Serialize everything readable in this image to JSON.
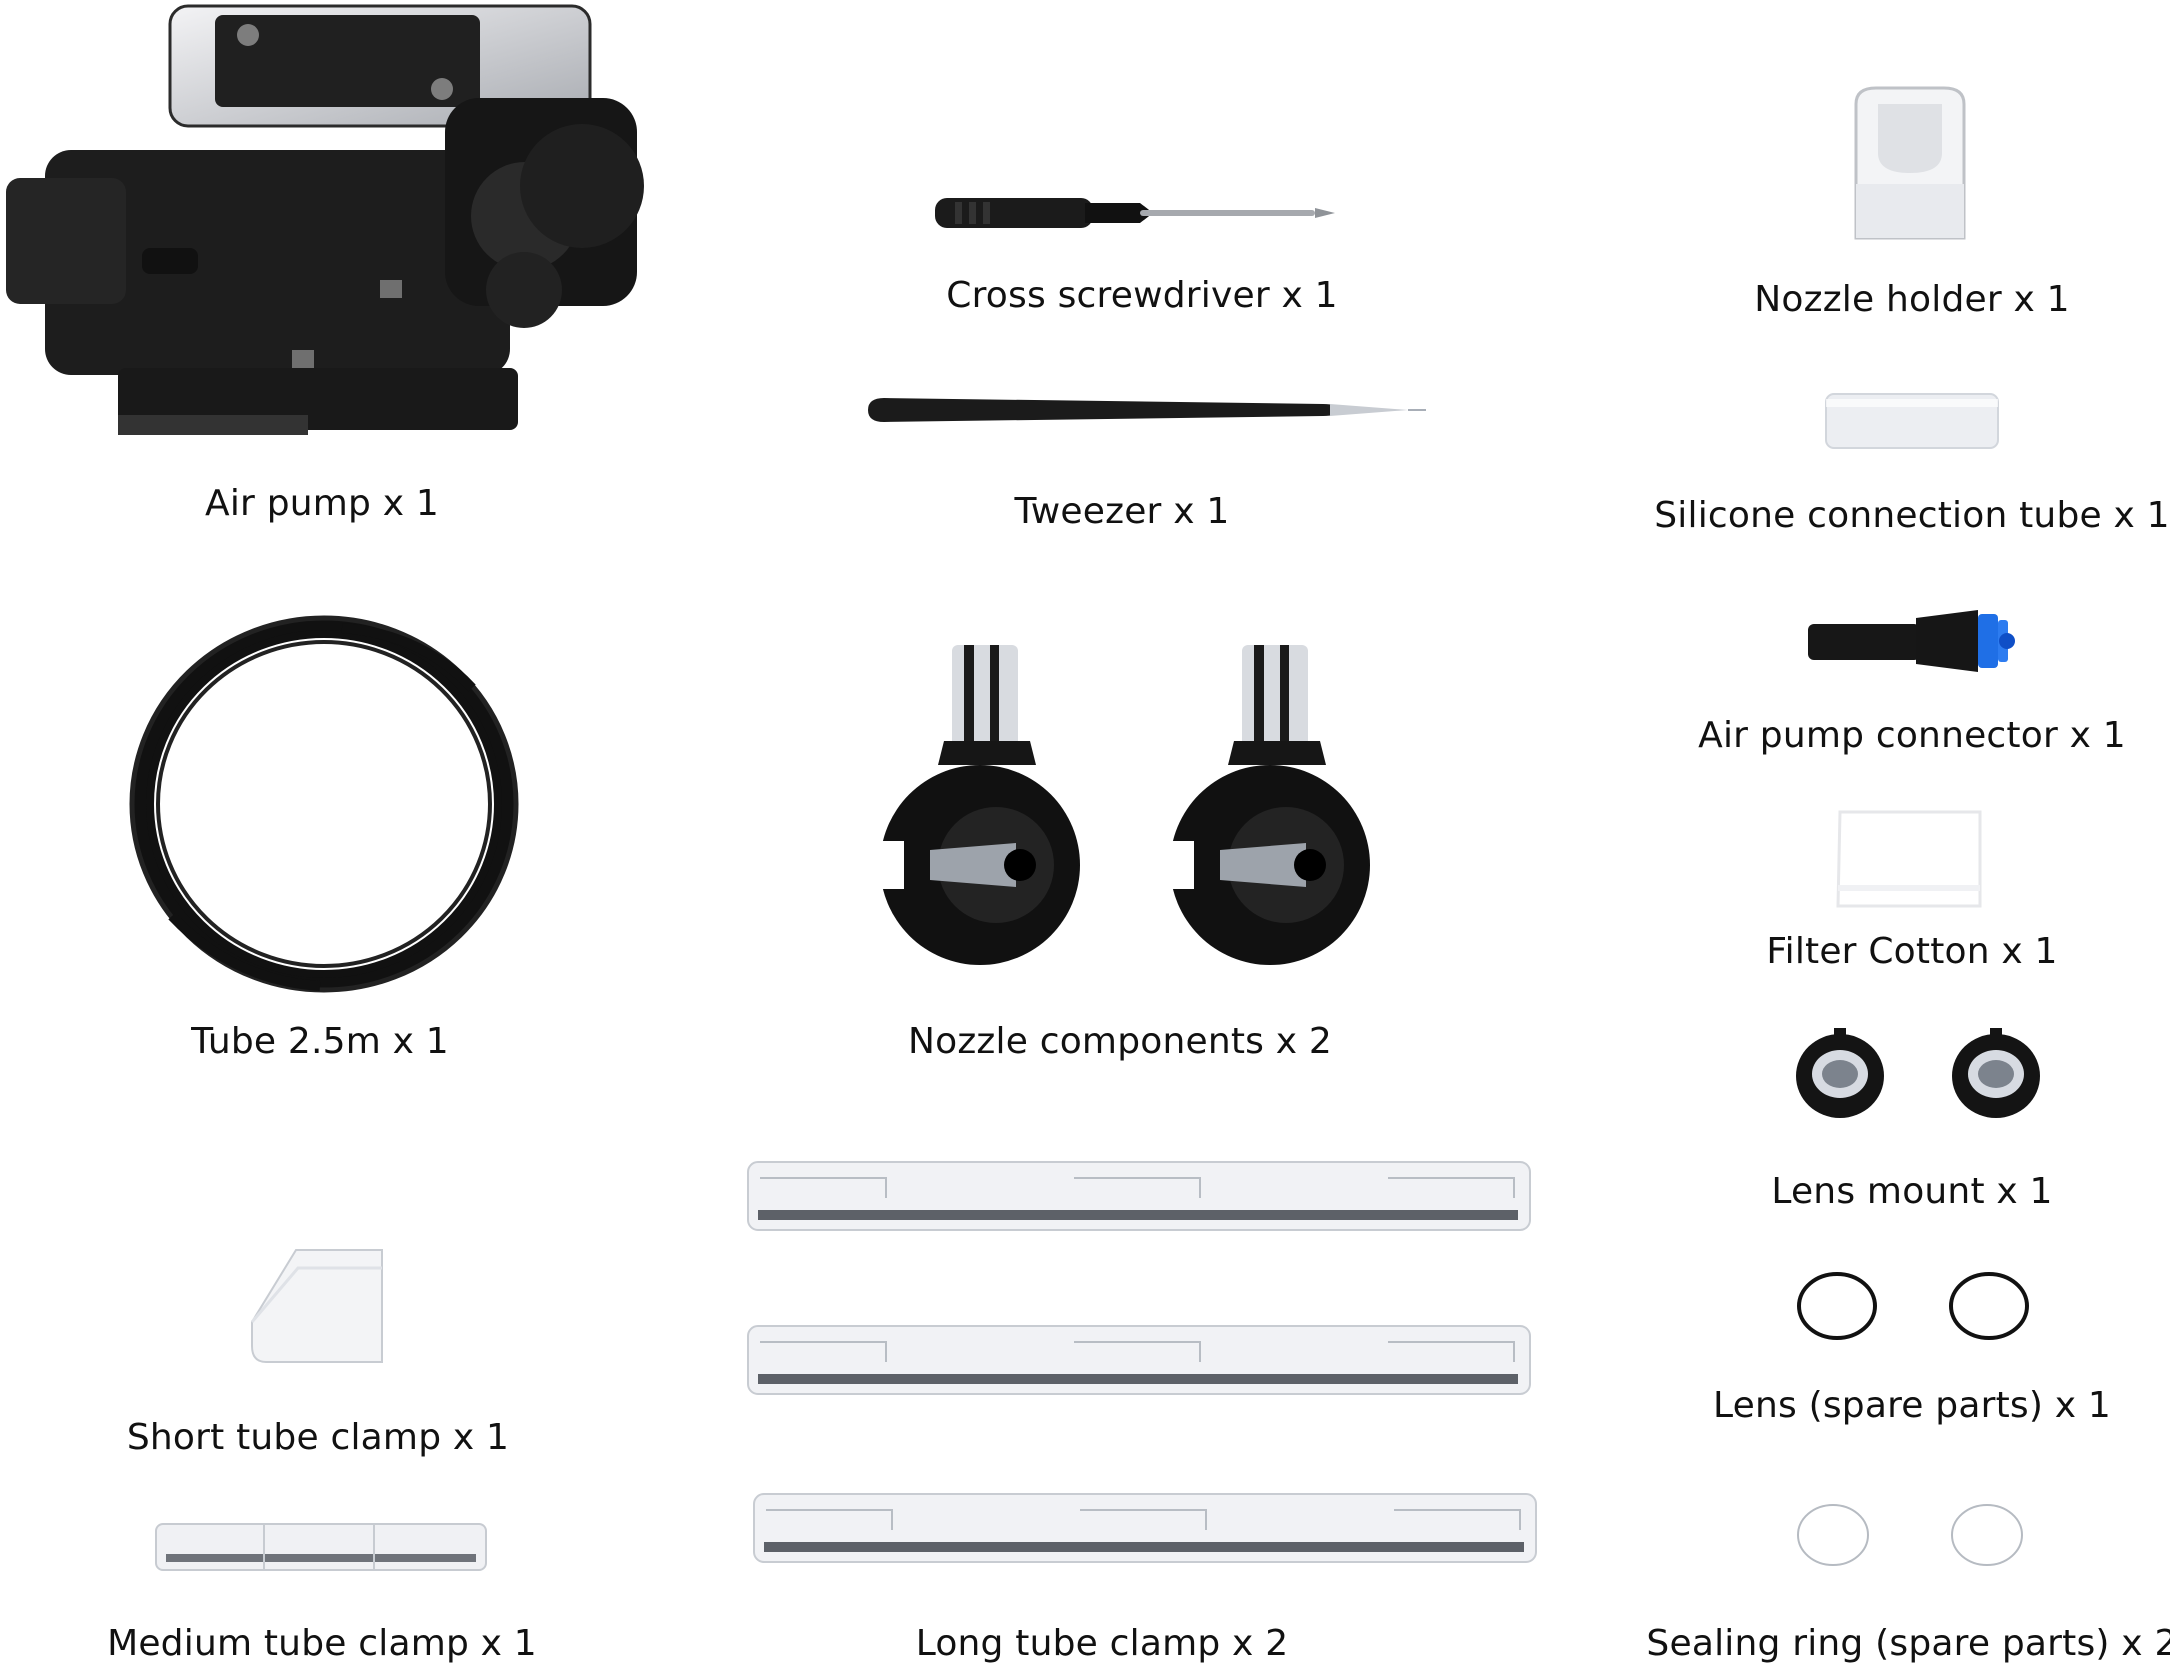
{
  "items": {
    "air_pump": "Air pump x 1",
    "cross_screwdriver": "Cross screwdriver x 1",
    "nozzle_holder": "Nozzle holder x 1",
    "tweezer": "Tweezer x 1",
    "silicone_connection_tube": "Silicone connection tube x 1",
    "tube": "Tube 2.5m x 1",
    "air_pump_connector": "Air pump connector x 1",
    "nozzle_components": "Nozzle components x 2",
    "filter_cotton": "Filter Cotton x 1",
    "lens_mount": "Lens mount x 1",
    "lens_spare_parts": "Lens (spare parts) x 1",
    "short_tube_clamp": "Short tube clamp x 1",
    "medium_tube_clamp": "Medium tube clamp x 1",
    "long_tube_clamp": "Long tube clamp x 2",
    "sealing_ring": "Sealing ring (spare parts) x 2"
  },
  "colors": {
    "background": "#ffffff",
    "text": "#111111",
    "dark_part": "#1f1f1f",
    "metal": "#c9cbcf",
    "light_part": "#e6e7ea",
    "accent_blue": "#1f6fe6"
  },
  "icons": [
    "air-pump-icon",
    "screwdriver-icon",
    "nozzle-holder-icon",
    "tweezer-icon",
    "silicone-tube-icon",
    "coiled-tube-icon",
    "air-pump-connector-icon",
    "nozzle-component-icon",
    "filter-cotton-icon",
    "lens-mount-icon",
    "lens-icon",
    "short-tube-clamp-icon",
    "medium-tube-clamp-icon",
    "long-tube-clamp-icon",
    "sealing-ring-icon"
  ]
}
